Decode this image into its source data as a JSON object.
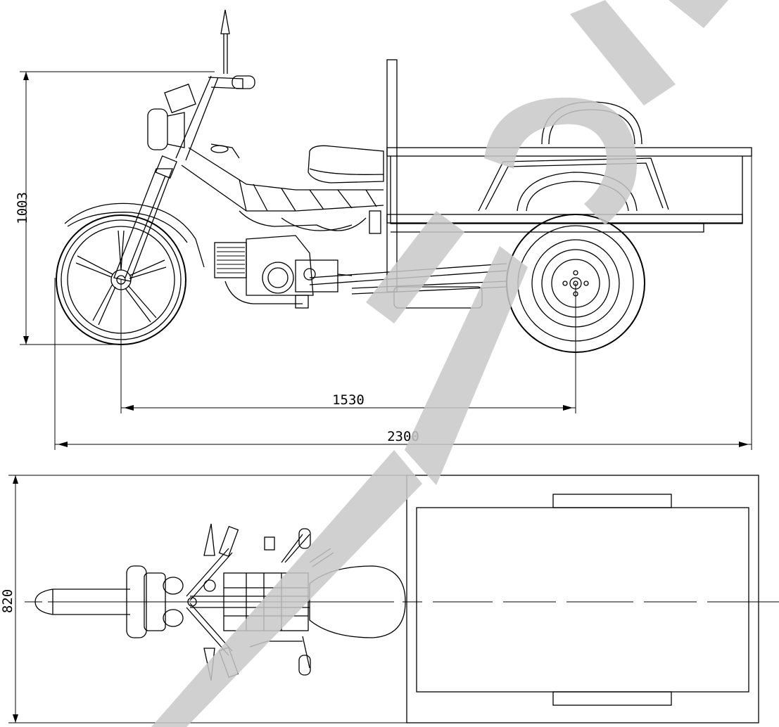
{
  "dimensions": {
    "height": "1003",
    "wheelbase": "1530",
    "overall_length": "2300",
    "width": "820"
  },
  "views": [
    "side-view",
    "top-view"
  ],
  "watermark": {
    "color": "#c8c8c8"
  }
}
